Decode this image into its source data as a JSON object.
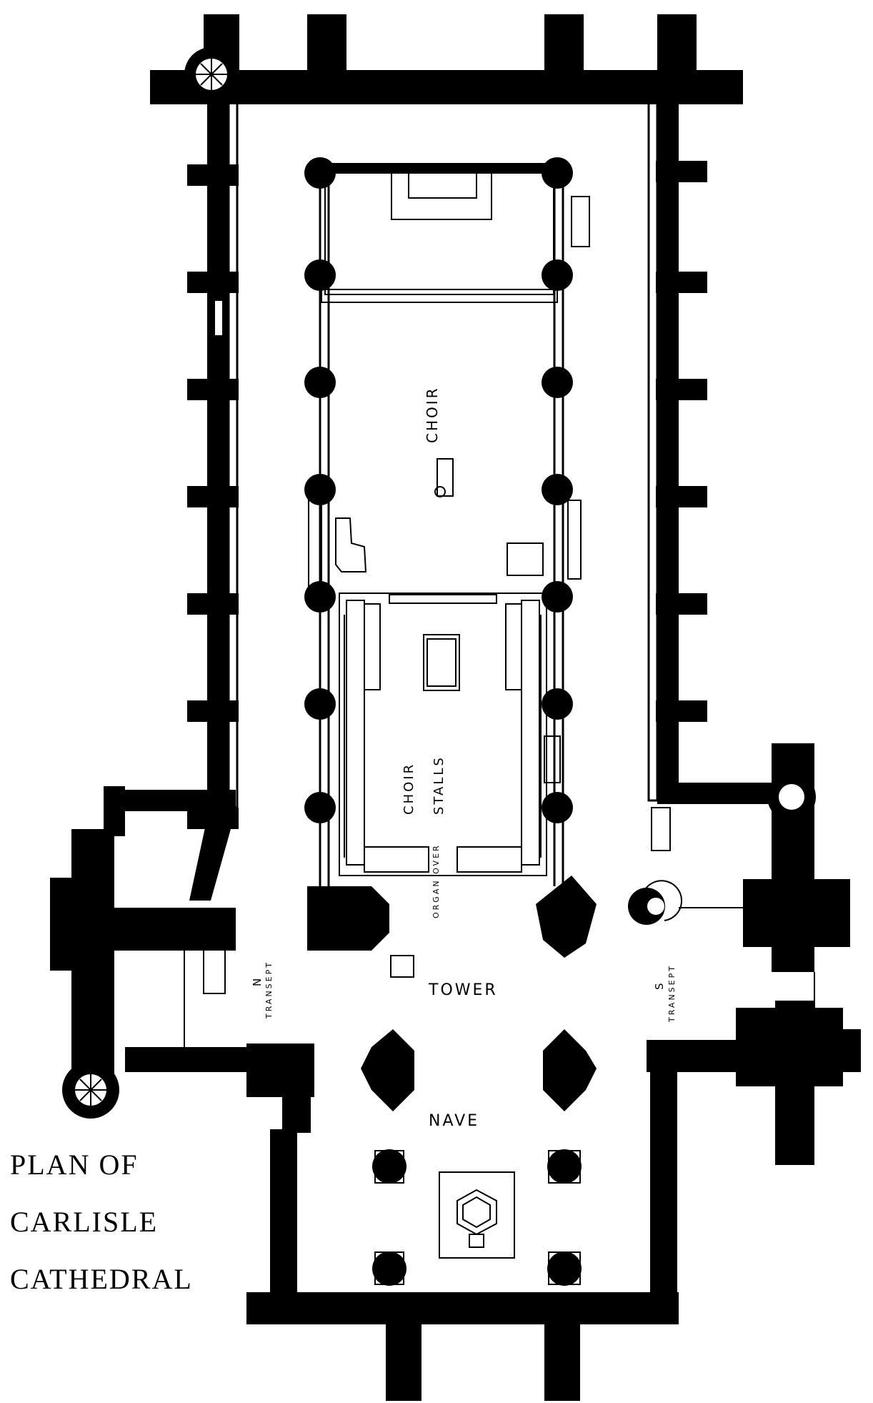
{
  "title": {
    "line1": "PLAN OF",
    "line2": "CARLISLE",
    "line3": "CATHEDRAL"
  },
  "labels": {
    "choir": "CHOIR",
    "choir_stalls_a": "CHOIR",
    "choir_stalls_b": "STALLS",
    "organ_over": "ORGAN OVER",
    "tower": "TOWER",
    "nave": "NAVE",
    "n_transept_a": "N",
    "n_transept_b": "TRANSEPT",
    "s_transept_a": "S",
    "s_transept_b": "TRANSEPT"
  },
  "colors": {
    "ink": "#000000",
    "paper": "#ffffff"
  }
}
